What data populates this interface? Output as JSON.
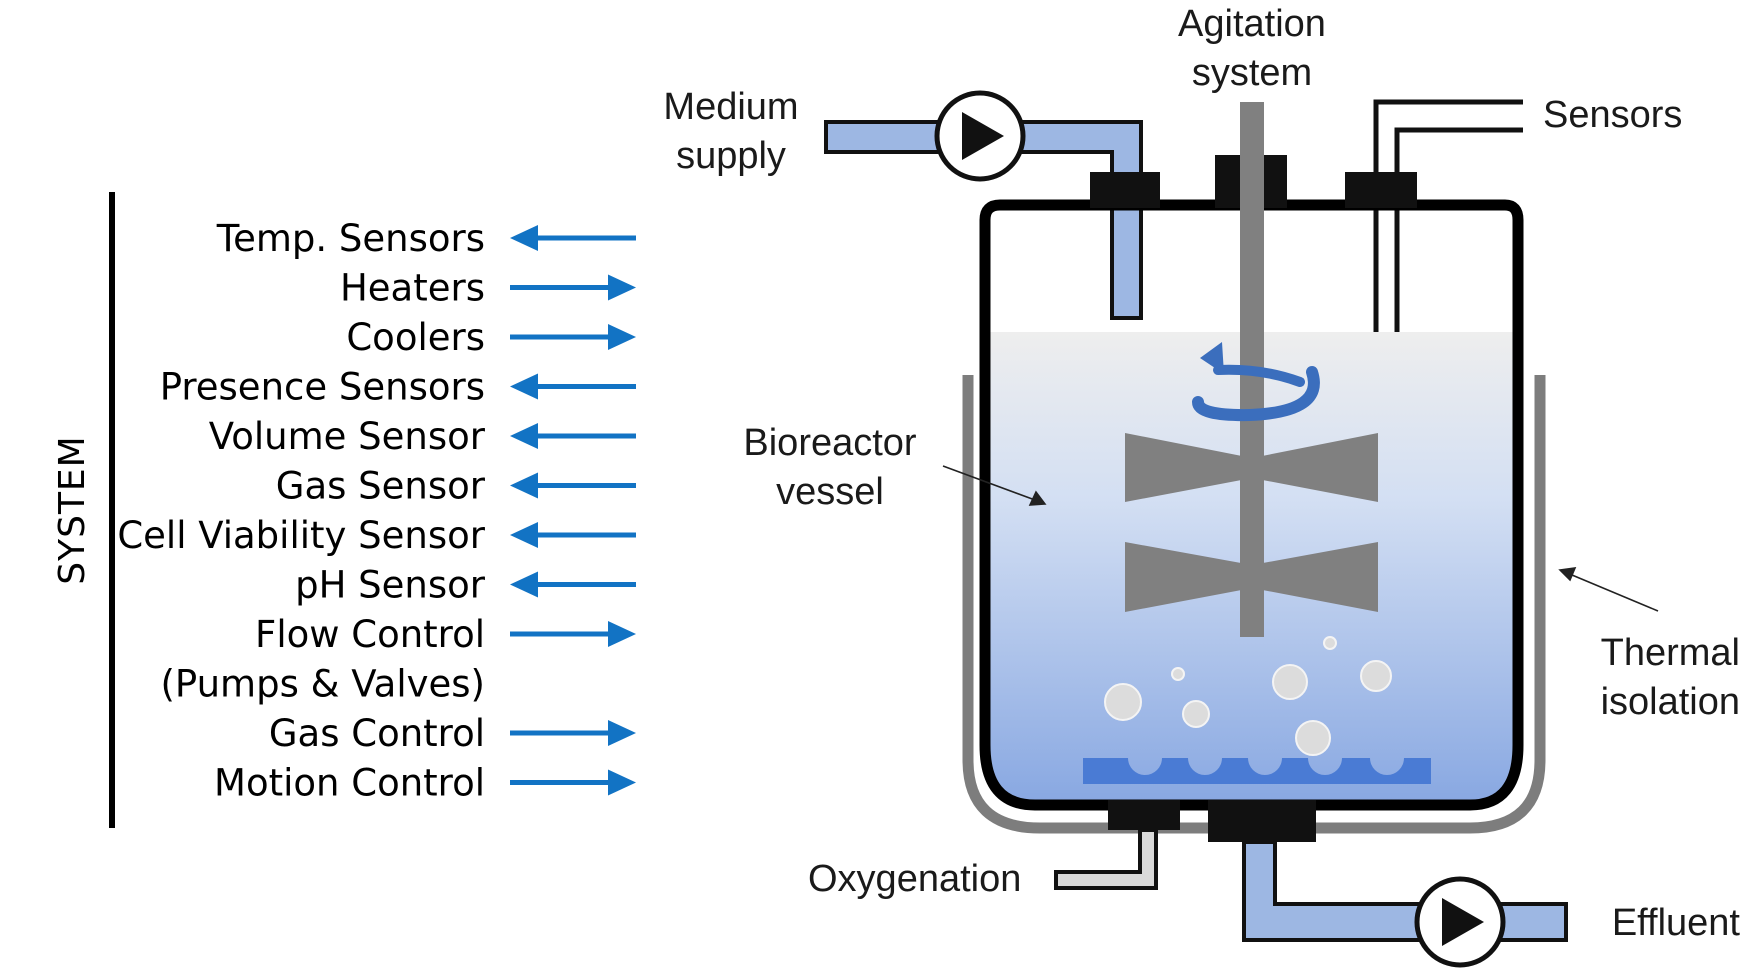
{
  "system": {
    "title": "SYSTEM",
    "items": [
      {
        "label": "Temp. Sensors",
        "direction": "in"
      },
      {
        "label": "Heaters",
        "direction": "out"
      },
      {
        "label": "Coolers",
        "direction": "out"
      },
      {
        "label": "Presence Sensors",
        "direction": "in"
      },
      {
        "label": "Volume Sensor",
        "direction": "in"
      },
      {
        "label": "Gas Sensor",
        "direction": "in"
      },
      {
        "label": "Cell Viability Sensor",
        "direction": "in"
      },
      {
        "label": "pH Sensor",
        "direction": "in"
      },
      {
        "label": "Flow Control",
        "direction": "out"
      },
      {
        "label": "(Pumps & Valves)",
        "direction": "none"
      },
      {
        "label": "Gas Control",
        "direction": "out"
      },
      {
        "label": "Motion Control",
        "direction": "out"
      }
    ]
  },
  "bioreactor": {
    "agitation_line1": "Agitation",
    "agitation_line2": "system",
    "medium_line1": "Medium",
    "medium_line2": "supply",
    "sensors": "Sensors",
    "vessel_line1": "Bioreactor",
    "vessel_line2": "vessel",
    "thermal_line1": "Thermal",
    "thermal_line2": "isolation",
    "oxygenation": "Oxygenation",
    "effluent": "Effluent"
  },
  "colors": {
    "arrow": "#1273c4",
    "pipe": "#9db7e3",
    "liquid_top": "#eeeeee",
    "liquid_bottom": "#86a6e1",
    "impeller": "#808080",
    "rotation_arrow": "#3b6ebd"
  }
}
